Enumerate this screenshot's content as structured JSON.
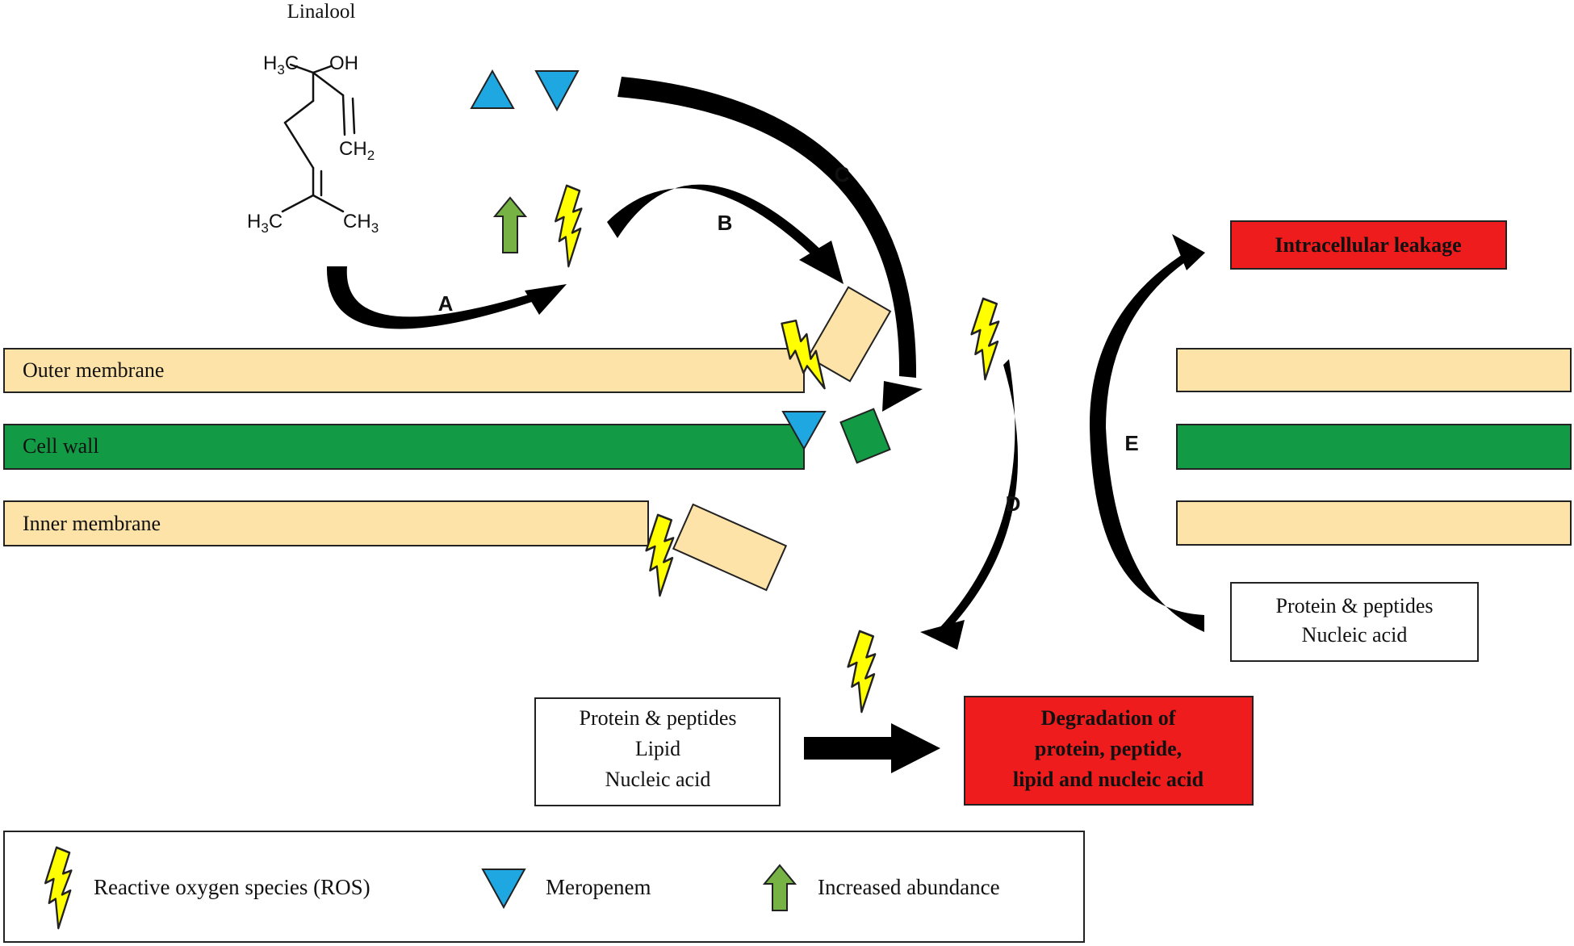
{
  "molecule": {
    "name": "Linalool",
    "labels": {
      "h3c_top": "H3C",
      "oh": "OH",
      "ch2": "CH2",
      "h3c_bottom": "H3C",
      "ch3": "CH3"
    }
  },
  "step_labels": {
    "a": "A",
    "b": "B",
    "c": "C",
    "d": "D",
    "e": "E"
  },
  "membranes": {
    "outer": "Outer membrane",
    "wall": "Cell wall",
    "inner": "Inner membrane"
  },
  "boxes": {
    "leakage": "Intracellular leakage",
    "right_contents": [
      "Protein & peptides",
      "Nucleic acid"
    ],
    "center_contents": [
      "Protein & peptides",
      "Lipid",
      "Nucleic acid"
    ],
    "degradation": [
      "Degradation of",
      "protein, peptide,",
      "lipid and nucleic acid"
    ]
  },
  "legend": {
    "ros": "Reactive oxygen species (ROS)",
    "meropenem": "Meropenem",
    "increase": "Increased abundance"
  },
  "colors": {
    "ros": "#ffff00",
    "meropenem": "#1ea7e1",
    "increase": "#76b244",
    "membrane": "#fde3a7",
    "wall": "#129a45",
    "alert": "#ee1c1c",
    "arrow": "#000000"
  }
}
